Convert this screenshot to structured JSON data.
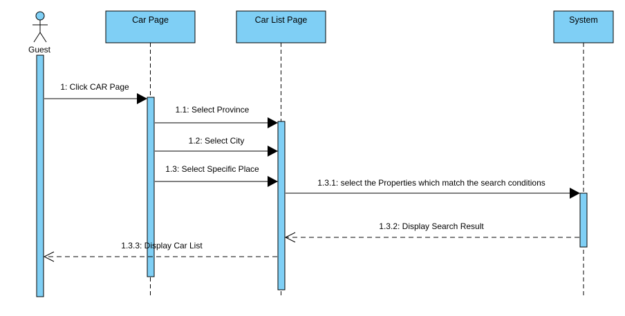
{
  "colors": {
    "lifeline_fill": "#7FCFF5",
    "stroke": "#000000",
    "background": "#FFFFFF"
  },
  "actor": {
    "label": "Guest"
  },
  "lifelines": [
    {
      "id": "car-page",
      "label": "Car Page"
    },
    {
      "id": "car-list-page",
      "label": "Car List Page"
    },
    {
      "id": "system",
      "label": "System"
    }
  ],
  "messages": [
    {
      "id": "m1",
      "label": "1: Click CAR Page",
      "from": "Guest",
      "to": "Car Page",
      "type": "sync"
    },
    {
      "id": "m1-1",
      "label": "1.1: Select Province",
      "from": "Car Page",
      "to": "Car List Page",
      "type": "sync"
    },
    {
      "id": "m1-2",
      "label": "1.2: Select City",
      "from": "Car Page",
      "to": "Car List Page",
      "type": "sync"
    },
    {
      "id": "m1-3",
      "label": "1.3: Select Specific Place",
      "from": "Car Page",
      "to": "Car List Page",
      "type": "sync"
    },
    {
      "id": "m1-3-1",
      "label": "1.3.1: select the Properties which match the search conditions",
      "from": "Car List Page",
      "to": "System",
      "type": "sync"
    },
    {
      "id": "m1-3-2",
      "label": "1.3.2: Display Search Result",
      "from": "System",
      "to": "Car List Page",
      "type": "return"
    },
    {
      "id": "m1-3-3",
      "label": "1.3.3: Display Car List",
      "from": "Car List Page",
      "to": "Guest",
      "type": "return"
    }
  ]
}
